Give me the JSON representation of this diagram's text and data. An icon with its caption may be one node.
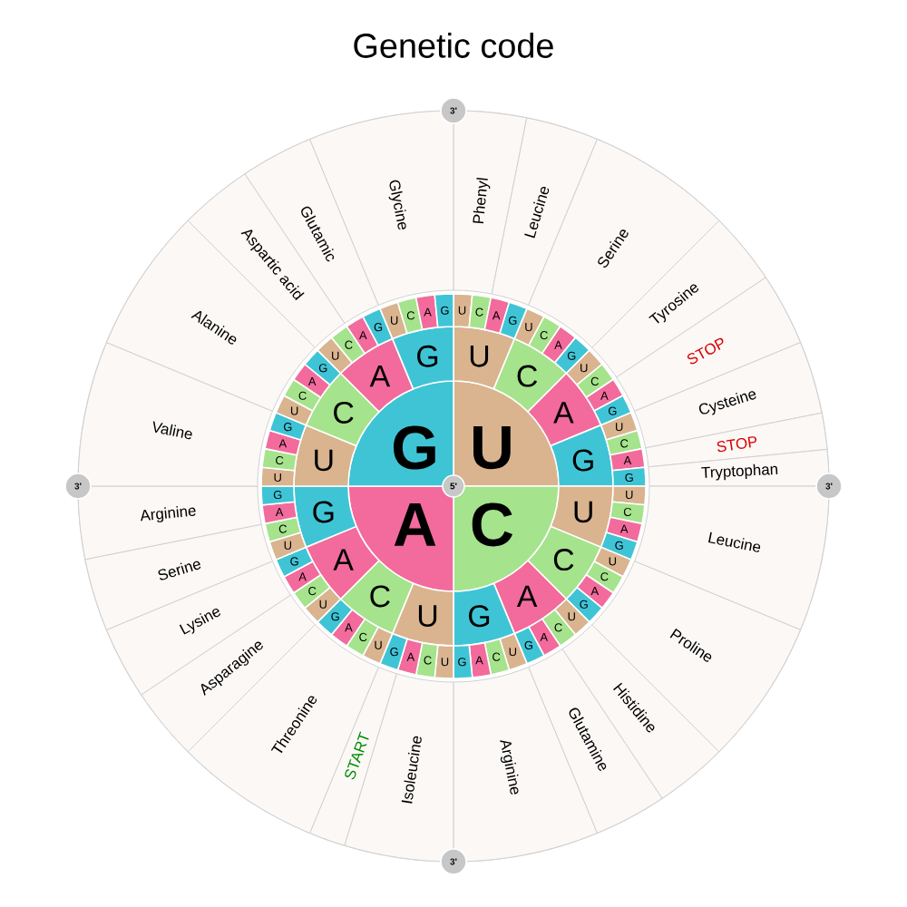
{
  "diagram": {
    "title": "Genetic code",
    "nodes": [
      {
        "text": [
          "U"
        ]
      },
      {
        "text": [
          "C"
        ]
      },
      {
        "text": [
          "A"
        ]
      },
      {
        "text": [
          "G"
        ]
      },
      {
        "text": [
          "U"
        ]
      },
      {
        "text": [
          "C"
        ]
      },
      {
        "text": [
          "A"
        ]
      },
      {
        "text": [
          "G"
        ]
      },
      {
        "text": [
          "U"
        ]
      },
      {
        "text": [
          "C"
        ]
      },
      {
        "text": [
          "A"
        ]
      },
      {
        "text": [
          "G"
        ]
      },
      {
        "text": [
          "U"
        ]
      },
      {
        "text": [
          "C"
        ]
      },
      {
        "text": [
          "A"
        ]
      },
      {
        "text": [
          "G"
        ]
      },
      {
        "text": [
          "U"
        ]
      },
      {
        "text": [
          "C"
        ]
      },
      {
        "text": [
          "A"
        ]
      },
      {
        "text": [
          "G"
        ]
      },
      {
        "text": [
          "U"
        ]
      },
      {
        "text": [
          "C"
        ]
      },
      {
        "text": [
          "A"
        ]
      },
      {
        "text": [
          "G"
        ]
      },
      {
        "text": [
          "U"
        ]
      },
      {
        "text": [
          "C"
        ]
      },
      {
        "text": [
          "A"
        ]
      },
      {
        "text": [
          "G"
        ]
      },
      {
        "text": [
          "U"
        ]
      },
      {
        "text": [
          "C"
        ]
      },
      {
        "text": [
          "A"
        ]
      },
      {
        "text": [
          "G"
        ]
      },
      {
        "text": [
          "U"
        ]
      },
      {
        "text": [
          "C"
        ]
      },
      {
        "text": [
          "A"
        ]
      },
      {
        "text": [
          "G"
        ]
      },
      {
        "text": [
          "U"
        ]
      },
      {
        "text": [
          "C"
        ]
      },
      {
        "text": [
          "A"
        ]
      },
      {
        "text": [
          "G"
        ]
      },
      {
        "text": [
          "U"
        ]
      },
      {
        "text": [
          "C"
        ]
      },
      {
        "text": [
          "A"
        ]
      },
      {
        "text": [
          "G"
        ]
      },
      {
        "text": [
          "U"
        ]
      },
      {
        "text": [
          "C"
        ]
      },
      {
        "text": [
          "A"
        ]
      },
      {
        "text": [
          "G"
        ]
      },
      {
        "text": [
          "U"
        ]
      },
      {
        "text": [
          "C"
        ]
      },
      {
        "text": [
          "A"
        ]
      },
      {
        "text": [
          "G"
        ]
      },
      {
        "text": [
          "U"
        ]
      },
      {
        "text": [
          "C"
        ]
      },
      {
        "text": [
          "A"
        ]
      },
      {
        "text": [
          "G"
        ]
      },
      {
        "text": [
          "U"
        ]
      },
      {
        "text": [
          "C"
        ]
      },
      {
        "text": [
          "A"
        ]
      },
      {
        "text": [
          "G"
        ]
      },
      {
        "text": [
          "U"
        ]
      },
      {
        "text": [
          "C"
        ]
      },
      {
        "text": [
          "A"
        ]
      },
      {
        "text": [
          "G"
        ]
      },
      {
        "text": [
          "U"
        ]
      },
      {
        "text": [
          "C"
        ]
      },
      {
        "text": [
          "A"
        ]
      },
      {
        "text": [
          "G"
        ]
      },
      {
        "text": [
          "U"
        ]
      },
      {
        "text": [
          "C"
        ]
      },
      {
        "text": [
          "A"
        ]
      },
      {
        "text": [
          "G"
        ]
      },
      {
        "text": [
          "U"
        ]
      },
      {
        "text": [
          "C"
        ]
      },
      {
        "text": [
          "A"
        ]
      },
      {
        "text": [
          "G"
        ]
      },
      {
        "text": [
          "U"
        ]
      },
      {
        "text": [
          "C"
        ]
      },
      {
        "text": [
          "A"
        ]
      },
      {
        "text": [
          "G"
        ]
      },
      {
        "text": [
          "U"
        ]
      },
      {
        "text": [
          "C"
        ]
      },
      {
        "text": [
          "A"
        ]
      },
      {
        "text": [
          "G"
        ]
      },
      {
        "text": [
          "Phenyl"
        ]
      },
      {
        "text": [
          "Leucine"
        ]
      },
      {
        "text": [
          "Serine"
        ]
      },
      {
        "text": [
          "Tyrosine"
        ]
      },
      {
        "text": [
          "STOP"
        ]
      },
      {
        "text": [
          "Cysteine"
        ]
      },
      {
        "text": [
          "STOP"
        ]
      },
      {
        "text": [
          "Tryptophan"
        ]
      },
      {
        "text": [
          "Leucine"
        ]
      },
      {
        "text": [
          "Proline"
        ]
      },
      {
        "text": [
          "Histidine"
        ]
      },
      {
        "text": [
          "Glutamine"
        ]
      },
      {
        "text": [
          "Arginine"
        ]
      },
      {
        "text": [
          "Isoleucine"
        ]
      },
      {
        "text": [
          "START"
        ]
      },
      {
        "text": [
          "Threonine"
        ]
      },
      {
        "text": [
          "Asparagine"
        ]
      },
      {
        "text": [
          "Lysine"
        ]
      },
      {
        "text": [
          "Serine"
        ]
      },
      {
        "text": [
          "Arginine"
        ]
      },
      {
        "text": [
          "Valine"
        ]
      },
      {
        "text": [
          "Alanine"
        ]
      },
      {
        "text": [
          "Aspartic acid"
        ]
      },
      {
        "text": [
          "Glutamic"
        ]
      },
      {
        "text": [
          "Glycine"
        ]
      },
      {
        "text": [
          "3'"
        ]
      },
      {
        "text": [
          "3'"
        ]
      },
      {
        "text": [
          "3'"
        ]
      },
      {
        "text": [
          "3'"
        ]
      },
      {
        "text": [
          "5'"
        ]
      }
    ]
  }
}
